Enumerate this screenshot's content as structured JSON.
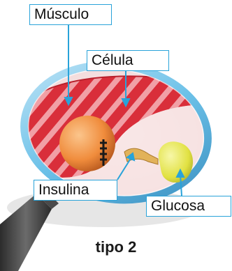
{
  "labels": {
    "musculo": "Músculo",
    "celula": "Célula",
    "insulina": "Insulina",
    "glucosa": "Glucosa"
  },
  "caption": "tipo 2",
  "colors": {
    "accent": "#29a3d9",
    "muscle": "#d8303c",
    "cell": "#f6dede",
    "insulin": "#e07a28",
    "glucose": "#dede3e"
  }
}
